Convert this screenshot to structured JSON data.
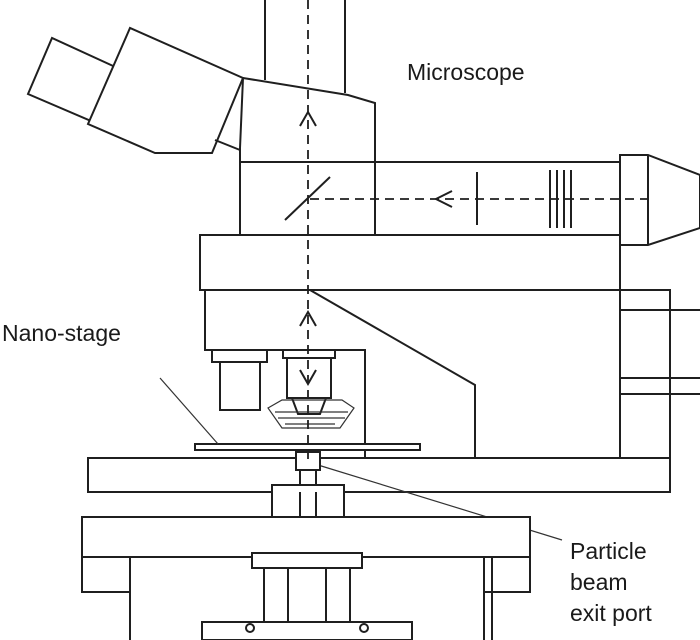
{
  "labels": {
    "microscope": "Microscope",
    "nano_stage": "Nano-stage",
    "exit_port": [
      "Particle",
      "beam",
      "exit port"
    ]
  },
  "colors": {
    "line": "#1f1f1f",
    "background": "#ffffff"
  }
}
